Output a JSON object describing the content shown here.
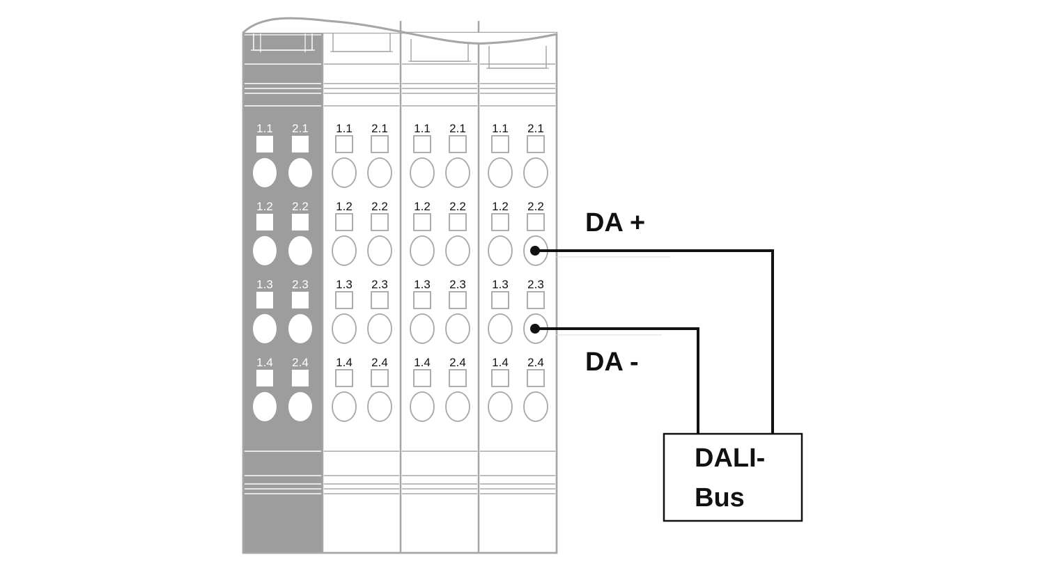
{
  "colors": {
    "module_gray": "#9d9d9d",
    "outline_gray": "#a6a6a6",
    "wire": "#111111",
    "background": "#ffffff"
  },
  "terminal_rows": [
    [
      "1.1",
      "2.1"
    ],
    [
      "1.2",
      "2.2"
    ],
    [
      "1.3",
      "2.3"
    ],
    [
      "1.4",
      "2.4"
    ]
  ],
  "labels": {
    "da_plus": "DA +",
    "da_minus": "DA -",
    "dali_line1": "DALI-",
    "dali_line2": "Bus"
  }
}
